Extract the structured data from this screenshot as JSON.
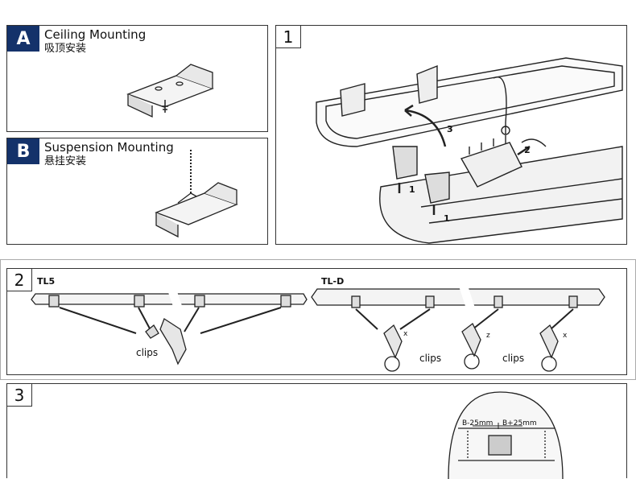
{
  "panel_a": {
    "badge": "A",
    "title": "Ceiling Mounting",
    "subtitle": "吸顶安装"
  },
  "panel_b": {
    "badge": "B",
    "title": "Suspension Mounting",
    "subtitle": "悬挂安装"
  },
  "step1": {
    "number": "1",
    "callouts": [
      "1",
      "1",
      "2",
      "3"
    ]
  },
  "step2": {
    "number": "2",
    "left_label": "TL5",
    "right_label": "TL-D",
    "clips_text": "clips",
    "axis_labels": [
      "x",
      "z",
      "x"
    ]
  },
  "step3": {
    "number": "3",
    "dim_left": "B-25mm",
    "dim_right": "B+25mm"
  }
}
